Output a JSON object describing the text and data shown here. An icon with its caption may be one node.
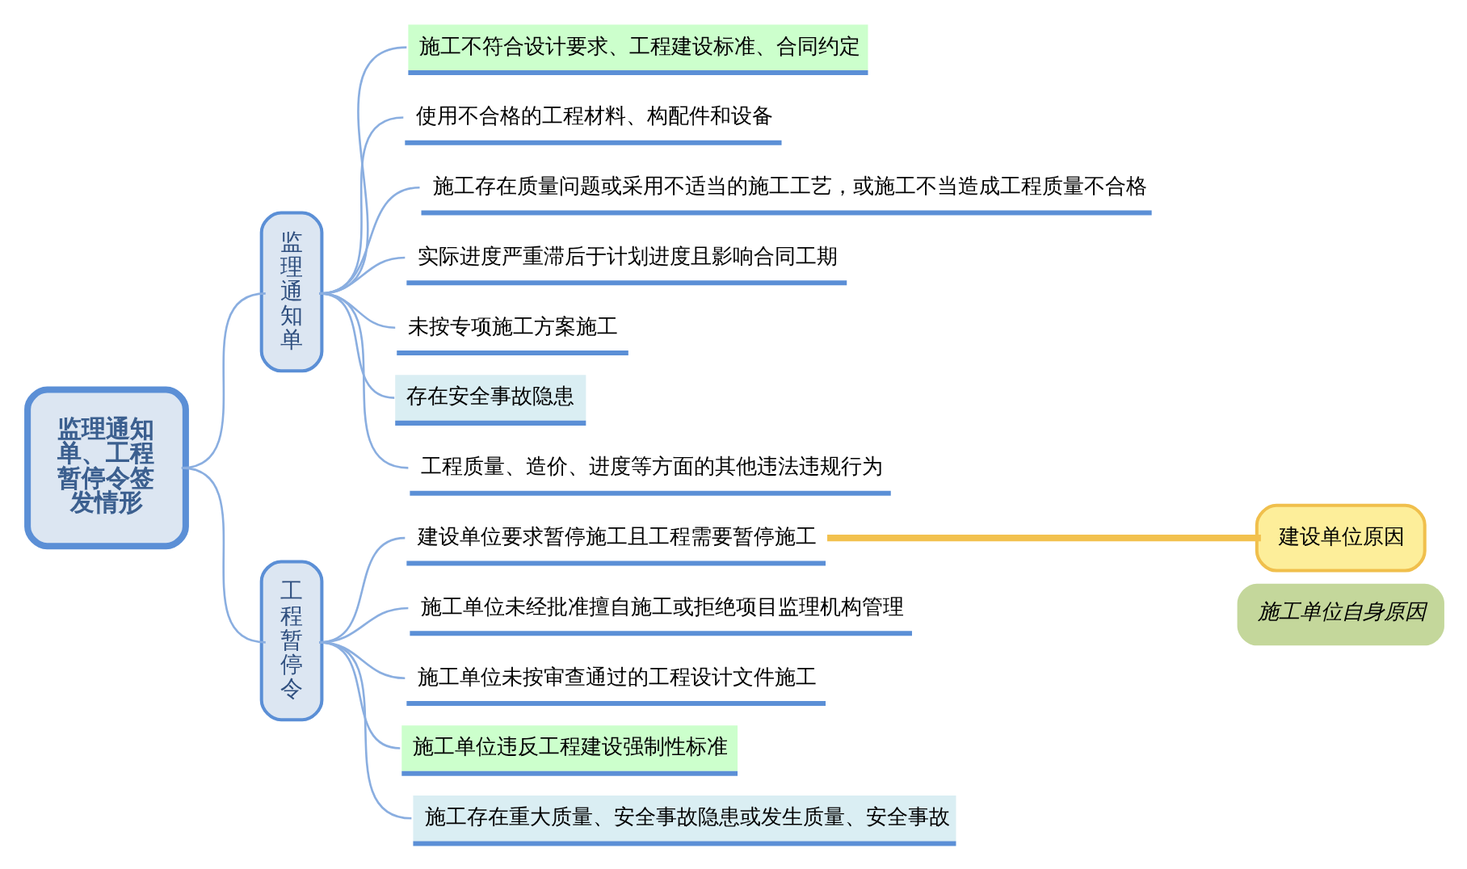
{
  "diagram": {
    "nodes": [
      {
        "text": [
          "监理通知单、工程暂停令签发情形"
        ]
      },
      {
        "text": [
          "监理通知单"
        ]
      },
      {
        "text": [
          "施工不符合设计要求、工程建设标准、合同约定"
        ]
      },
      {
        "text": [
          "使用不合格的工程材料、构配件和设备"
        ]
      },
      {
        "text": [
          "施工存在质量问题或采用不适当的施工工艺，或施工不当造成工程质量不合格"
        ]
      },
      {
        "text": [
          "实际进度严重滞后于计划进度且影响合同工期"
        ]
      },
      {
        "text": [
          "未按专项施工方案施工"
        ]
      },
      {
        "text": [
          "存在安全事故隐患"
        ]
      },
      {
        "text": [
          "工程质量、造价、进度等方面的其他违法违规行为"
        ]
      },
      {
        "text": [
          "工程暂停令"
        ]
      },
      {
        "text": [
          "建设单位要求暂停施工且工程需要暂停施工"
        ]
      },
      {
        "text": [
          "施工单位未经批准擅自施工或拒绝项目监理机构管理"
        ]
      },
      {
        "text": [
          "施工单位未按审查通过的工程设计文件施工"
        ]
      },
      {
        "text": [
          "施工单位违反工程建设强制性标准"
        ]
      },
      {
        "text": [
          "施工存在重大质量、安全事故隐患或发生质量、安全事故"
        ]
      },
      {
        "text": [
          "建设单位原因"
        ]
      },
      {
        "text": [
          "施工单位自身原因"
        ]
      }
    ],
    "edges": [
      {
        "from": 0,
        "to": 1,
        "arrow": "none"
      },
      {
        "from": 1,
        "to": 2,
        "arrow": "none"
      },
      {
        "from": 1,
        "to": 3,
        "arrow": "none"
      },
      {
        "from": 1,
        "to": 4,
        "arrow": "none"
      },
      {
        "from": 1,
        "to": 5,
        "arrow": "none"
      },
      {
        "from": 1,
        "to": 6,
        "arrow": "none"
      },
      {
        "from": 1,
        "to": 7,
        "arrow": "none"
      },
      {
        "from": 1,
        "to": 8,
        "arrow": "none"
      },
      {
        "from": 0,
        "to": 9,
        "arrow": "none"
      },
      {
        "from": 9,
        "to": 10,
        "arrow": "none"
      },
      {
        "from": 9,
        "to": 11,
        "arrow": "none"
      },
      {
        "from": 9,
        "to": 12,
        "arrow": "none"
      },
      {
        "from": 9,
        "to": 13,
        "arrow": "none"
      },
      {
        "from": 9,
        "to": 14,
        "arrow": "none"
      },
      {
        "from": 10,
        "to": 15,
        "arrow": "none",
        "style": "thick",
        "color": "#f2c14e"
      }
    ]
  }
}
